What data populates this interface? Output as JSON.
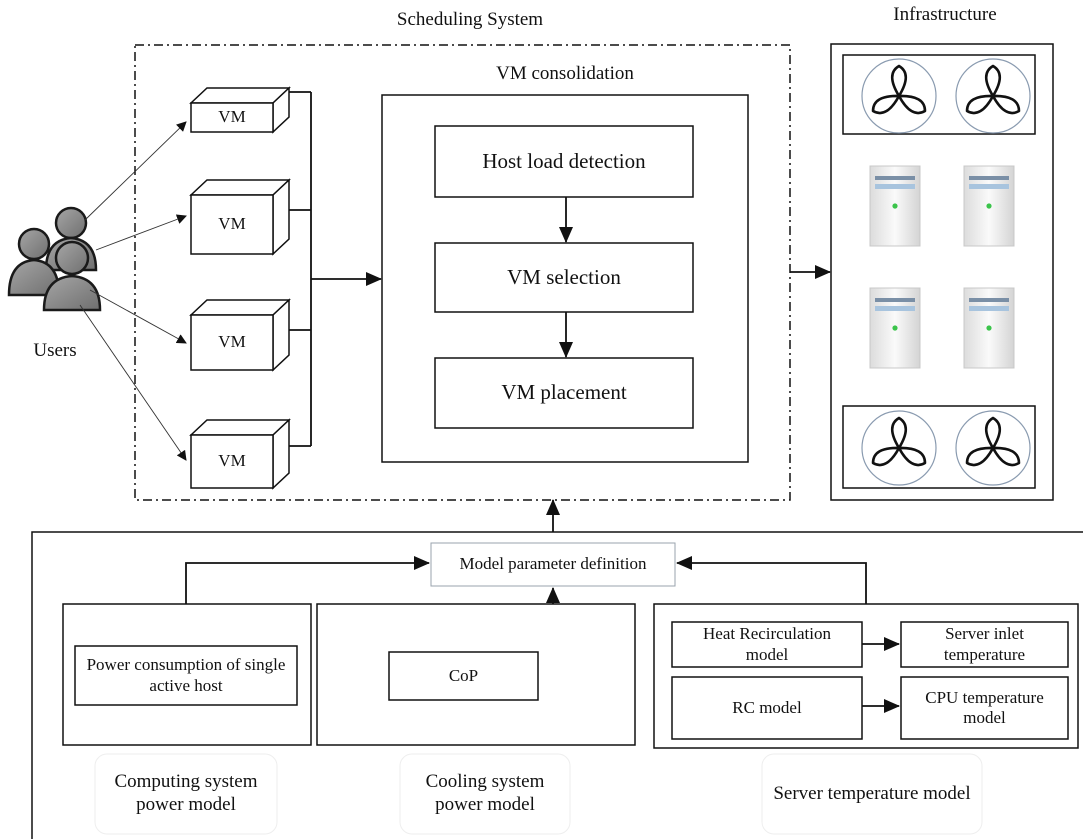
{
  "titles": {
    "scheduling": "Scheduling System",
    "infrastructure": "Infrastructure",
    "consolidation": "VM consolidation"
  },
  "users": {
    "label": "Users",
    "icon": "users-group-icon"
  },
  "vms": [
    "VM",
    "VM",
    "VM",
    "VM"
  ],
  "consolidation_steps": [
    "Host load detection",
    "VM selection",
    "VM placement"
  ],
  "model_param": "Model parameter definition",
  "computing": {
    "box": "Power consumption of single active host",
    "caption": "Computing system power model"
  },
  "cooling": {
    "box": "CoP",
    "caption": "Cooling system power model"
  },
  "server_temp": {
    "heat": "Heat Recirculation model",
    "inlet": "Server inlet temperature",
    "rc": "RC model",
    "cpu": "CPU temperature model",
    "caption": "Server temperature model"
  },
  "infrastructure_icons": [
    "cooling-fan-icon",
    "server-tower-icon"
  ]
}
